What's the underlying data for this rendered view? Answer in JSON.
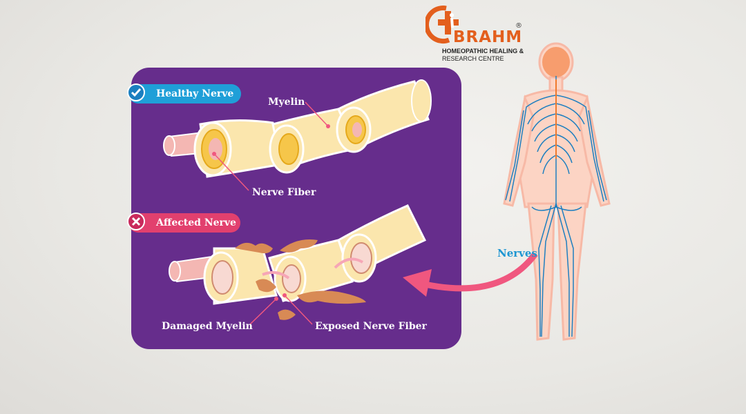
{
  "brand": {
    "name": "BRAHM",
    "registered_mark": "®",
    "subtitle_line1": "HOMEOPATHIC HEALING &",
    "subtitle_line2": "RESEARCH CENTRE",
    "logo_color": "#e35f1d"
  },
  "panel": {
    "background": "#662d8c"
  },
  "healthy": {
    "badge_label": "Healthy Nerve",
    "badge_color": "#1f9fd8",
    "icon": "check-icon",
    "myelin_label": "Myelin",
    "fiber_label": "Nerve Fiber"
  },
  "affected": {
    "badge_label": "Affected Nerve",
    "badge_color": "#e2406e",
    "icon": "cross-icon",
    "damaged_label": "Damaged Myelin",
    "exposed_label": "Exposed Nerve Fiber"
  },
  "body_figure": {
    "nerves_label": "Nerves",
    "nerve_color": "#1e96d2",
    "arrow_color": "#f0577f"
  }
}
